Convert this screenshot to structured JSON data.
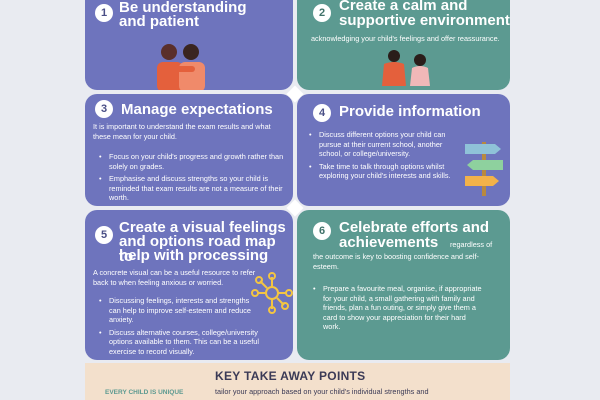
{
  "cards": [
    {
      "number": "1",
      "title_lines": [
        "Be understanding",
        "and patient"
      ]
    },
    {
      "number": "2",
      "title_lines": [
        "Create a calm and",
        "supportive environment"
      ],
      "text": "acknowledging your child's feelings and offer reassurance."
    },
    {
      "number": "3",
      "title_lines": [
        "Manage expectations"
      ],
      "text": "It is important to understand the exam results and what these mean for your child.",
      "bullets": [
        "Focus on your child's progress and growth rather than solely on grades.",
        "Emphasise and discuss strengths so your child is reminded that exam results are not a measure of their worth."
      ]
    },
    {
      "number": "4",
      "title_lines": [
        "Provide information"
      ],
      "bullets": [
        "Discuss different options your child can pursue at their current school, another school, or college/university.",
        "Take time to talk through options whilst exploring your child's interests and skills."
      ]
    },
    {
      "number": "5",
      "title_lines": [
        "Create a visual feelings",
        "and options road map to",
        "help with processing"
      ],
      "text": "A concrete visual can be a useful resource to refer back to when feeling anxious or worried.",
      "bullets": [
        "Discussing feelings, interests and strengths can help to improve self-esteem and reduce anxiety.",
        "Discuss alternative courses, college/university options available to them. This can be a useful exercise to record visually."
      ]
    },
    {
      "number": "6",
      "title_lines": [
        "Celebrate efforts and",
        "achievements"
      ],
      "title_tail": "regardless of",
      "text": "the outcome is key to boosting confidence and self-esteem.",
      "bullets": [
        "Prepare a favourite meal, organise, if appropriate for your child, a small gathering with family and friends, plan a fun outing, or simply give them a card to show your appreciation for their hard work."
      ]
    }
  ],
  "takeaways": {
    "title": "KEY TAKE AWAY POINTS",
    "tag": "EVERY CHILD IS UNIQUE",
    "text": "tailor your approach based on your child's individual strengths and"
  },
  "colors": {
    "purple": "#6e74bd",
    "teal": "#5c9a91",
    "cream": "#f3e0cc"
  }
}
